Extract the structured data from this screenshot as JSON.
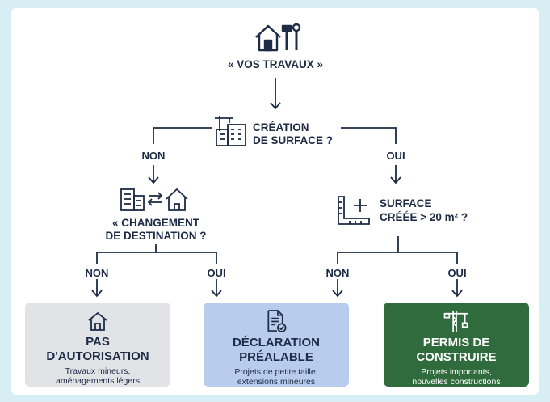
{
  "root": {
    "label": "« VOS TRAVAUX »",
    "icon": "house-tools-icon"
  },
  "q1": {
    "line1": "CRÉATION",
    "line2": "DE SURFACE ?",
    "icon": "building-crane-icon"
  },
  "q2": {
    "line1": "« CHANGEMENT",
    "line2": "DE DESTINATION ?",
    "icon": "building-to-house-icon"
  },
  "q3": {
    "line1": "SURFACE",
    "line2": "CRÉÉE > 20 m² ?",
    "icon": "ruler-plus-icon"
  },
  "branches": {
    "q1_no": "NON",
    "q1_yes": "OUI",
    "q2_no": "NON",
    "q2_yes": "OUI",
    "q3_no": "NON",
    "q3_yes": "OUI"
  },
  "outcomes": [
    {
      "title1": "PAS",
      "title2": "D'AUTORISATION",
      "desc1": "Travaux mineurs,",
      "desc2": "aménagements légers",
      "icon": "house-outline-icon",
      "color": "#e1e3e7"
    },
    {
      "title1": "DÉCLARATION",
      "title2": "PRÉALABLE",
      "desc1": "Projets de petite taille,",
      "desc2": "extensions mineures",
      "icon": "document-check-icon",
      "color": "#b8cdee"
    },
    {
      "title1": "PERMIS DE",
      "title2": "CONSTRUIRE",
      "desc1": "Projets importants,",
      "desc2": "nouvelles constructions",
      "icon": "crane-icon",
      "color": "#2f6b3c"
    }
  ]
}
